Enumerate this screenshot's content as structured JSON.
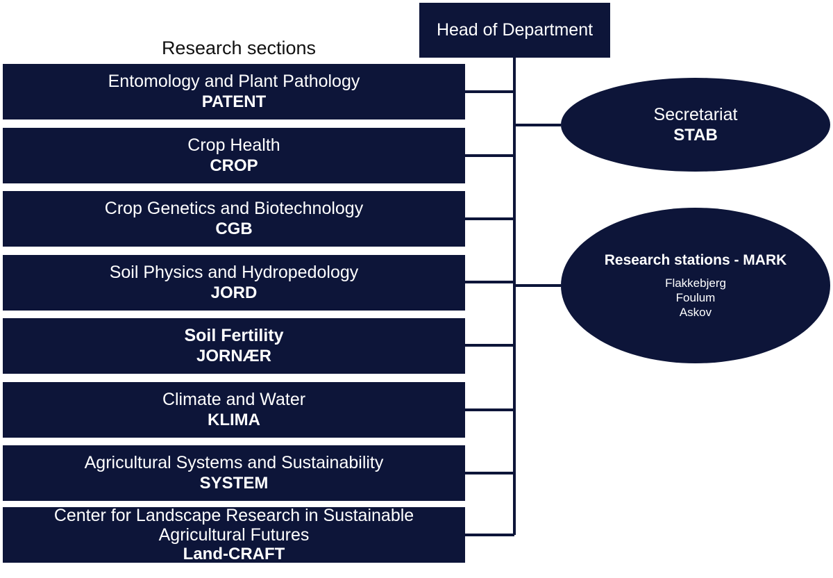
{
  "head": {
    "label": "Head of Department"
  },
  "sections_title": "Research sections",
  "sections": [
    {
      "name": "Entomology and Plant Pathology",
      "code": "PATENT"
    },
    {
      "name": "Crop Health",
      "code": "CROP"
    },
    {
      "name": "Crop Genetics and Biotechnology",
      "code": "CGB"
    },
    {
      "name": "Soil Physics and Hydropedology",
      "code": "JORD"
    },
    {
      "name": "Soil Fertility",
      "code": "JORNÆR"
    },
    {
      "name": "Climate and Water",
      "code": "KLIMA"
    },
    {
      "name": "Agricultural Systems and Sustainability",
      "code": "SYSTEM"
    },
    {
      "name_line1": "Center for Landscape Research in Sustainable",
      "name_line2": "Agricultural Futures",
      "code": "Land-CRAFT"
    }
  ],
  "secretariat": {
    "name": "Secretariat",
    "code": "STAB"
  },
  "research_stations": {
    "title": "Research stations - MARK",
    "locations": [
      "Flakkebjerg",
      "Foulum",
      "Askov"
    ]
  },
  "colors": {
    "box_fill": "#0d1539",
    "text_on_box": "#ffffff",
    "connector": "#0d1539"
  }
}
